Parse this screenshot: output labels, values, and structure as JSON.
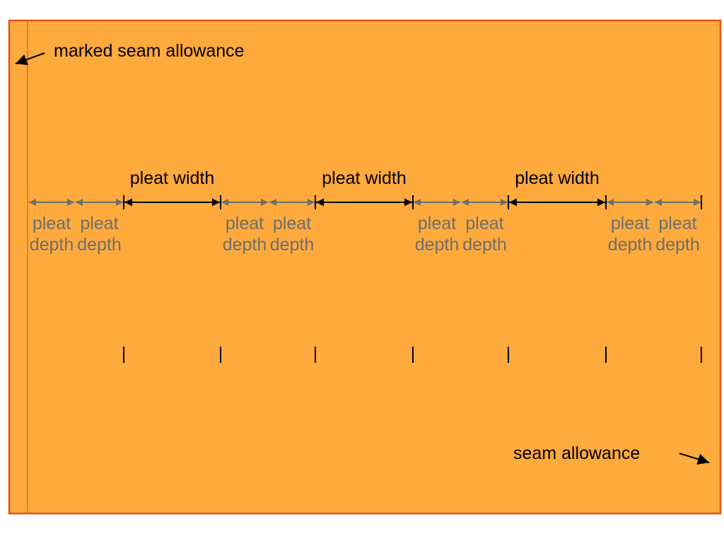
{
  "colors": {
    "fabric": "#FFAA3C",
    "border": "#E2541A",
    "seam_line": "#F07A22",
    "depth_arrow": "#6E6E6E",
    "width_arrow": "#000000",
    "tick": "#000000",
    "label_dark": "#000000",
    "label_gray": "#6E6E6E"
  },
  "labels": {
    "marked_seam_allowance": "marked seam allowance",
    "seam_allowance": "seam allowance",
    "pleat_width": "pleat width",
    "pleat": "pleat",
    "depth": "depth"
  },
  "pleat_groups": [
    {
      "depth_segments": [
        [
          40,
          106
        ],
        [
          106,
          175
        ]
      ],
      "width_segment": [
        175,
        312
      ]
    },
    {
      "depth_segments": [
        [
          312,
          380
        ],
        [
          380,
          446
        ]
      ],
      "width_segment": [
        446,
        584
      ]
    },
    {
      "depth_segments": [
        [
          584,
          652
        ],
        [
          652,
          719
        ]
      ],
      "width_segment": [
        719,
        857
      ]
    },
    {
      "depth_segments": [
        [
          857,
          925
        ],
        [
          925,
          992
        ]
      ],
      "width_segment": null
    }
  ],
  "bottom_ticks_x": [
    175,
    312,
    446,
    584,
    719,
    857,
    992
  ]
}
